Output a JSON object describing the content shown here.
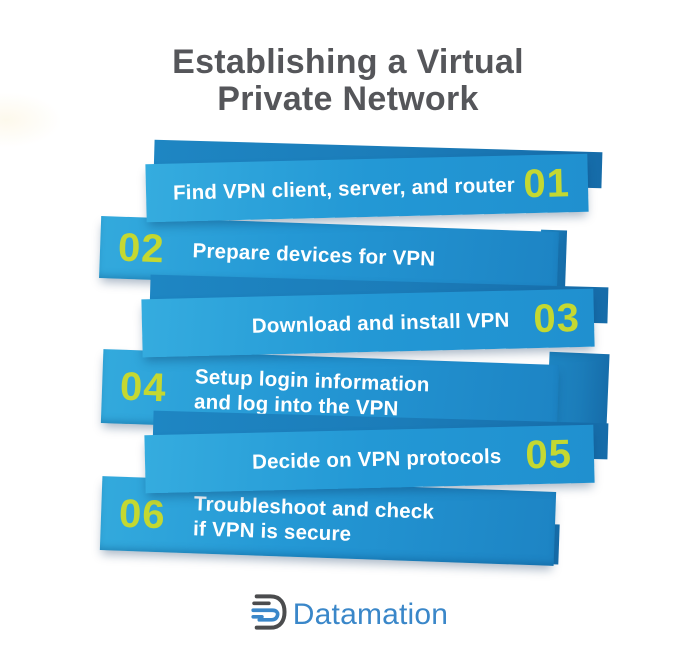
{
  "title": {
    "line1": "Establishing a Virtual",
    "line2": "Private Network"
  },
  "steps": [
    {
      "num": "01",
      "text": "Find VPN client, server, and router",
      "number_side": "right"
    },
    {
      "num": "02",
      "text": "Prepare devices for VPN",
      "number_side": "left"
    },
    {
      "num": "03",
      "text": "Download and install VPN",
      "number_side": "right"
    },
    {
      "num": "04",
      "text": "Setup login information\nand log into the VPN",
      "number_side": "left"
    },
    {
      "num": "05",
      "text": "Decide on VPN protocols",
      "number_side": "right"
    },
    {
      "num": "06",
      "text": "Troubleshoot and check\nif VPN is secure",
      "number_side": "left"
    }
  ],
  "footer": {
    "brand": "Datamation",
    "logo_icon": "datamation-d-icon"
  },
  "colors": {
    "banner_blue_light": "#33aadd",
    "banner_blue_dark": "#1d84c4",
    "ribbon_fold_blue": "#1b7cb9",
    "step_number_lime": "#c4d831",
    "title_gray": "#55565a",
    "brand_blue": "#3a87c9",
    "logo_dark": "#4b4c4e",
    "background": "#ffffff"
  }
}
